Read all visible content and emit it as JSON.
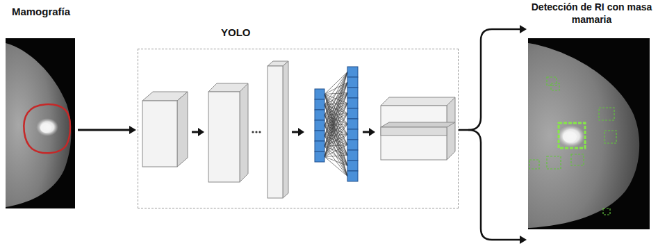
{
  "diagram": {
    "nodes": [
      {
        "text": [
          "Mamografía"
        ]
      },
      {
        "text": [
          "YOLO"
        ]
      },
      {
        "text": [
          "Detección de RI con masa mamaria"
        ]
      }
    ],
    "edges": [
      {
        "from": 0,
        "to": 1,
        "arrow": "to"
      },
      {
        "from": 1,
        "to": 2,
        "arrow": "to"
      }
    ]
  }
}
